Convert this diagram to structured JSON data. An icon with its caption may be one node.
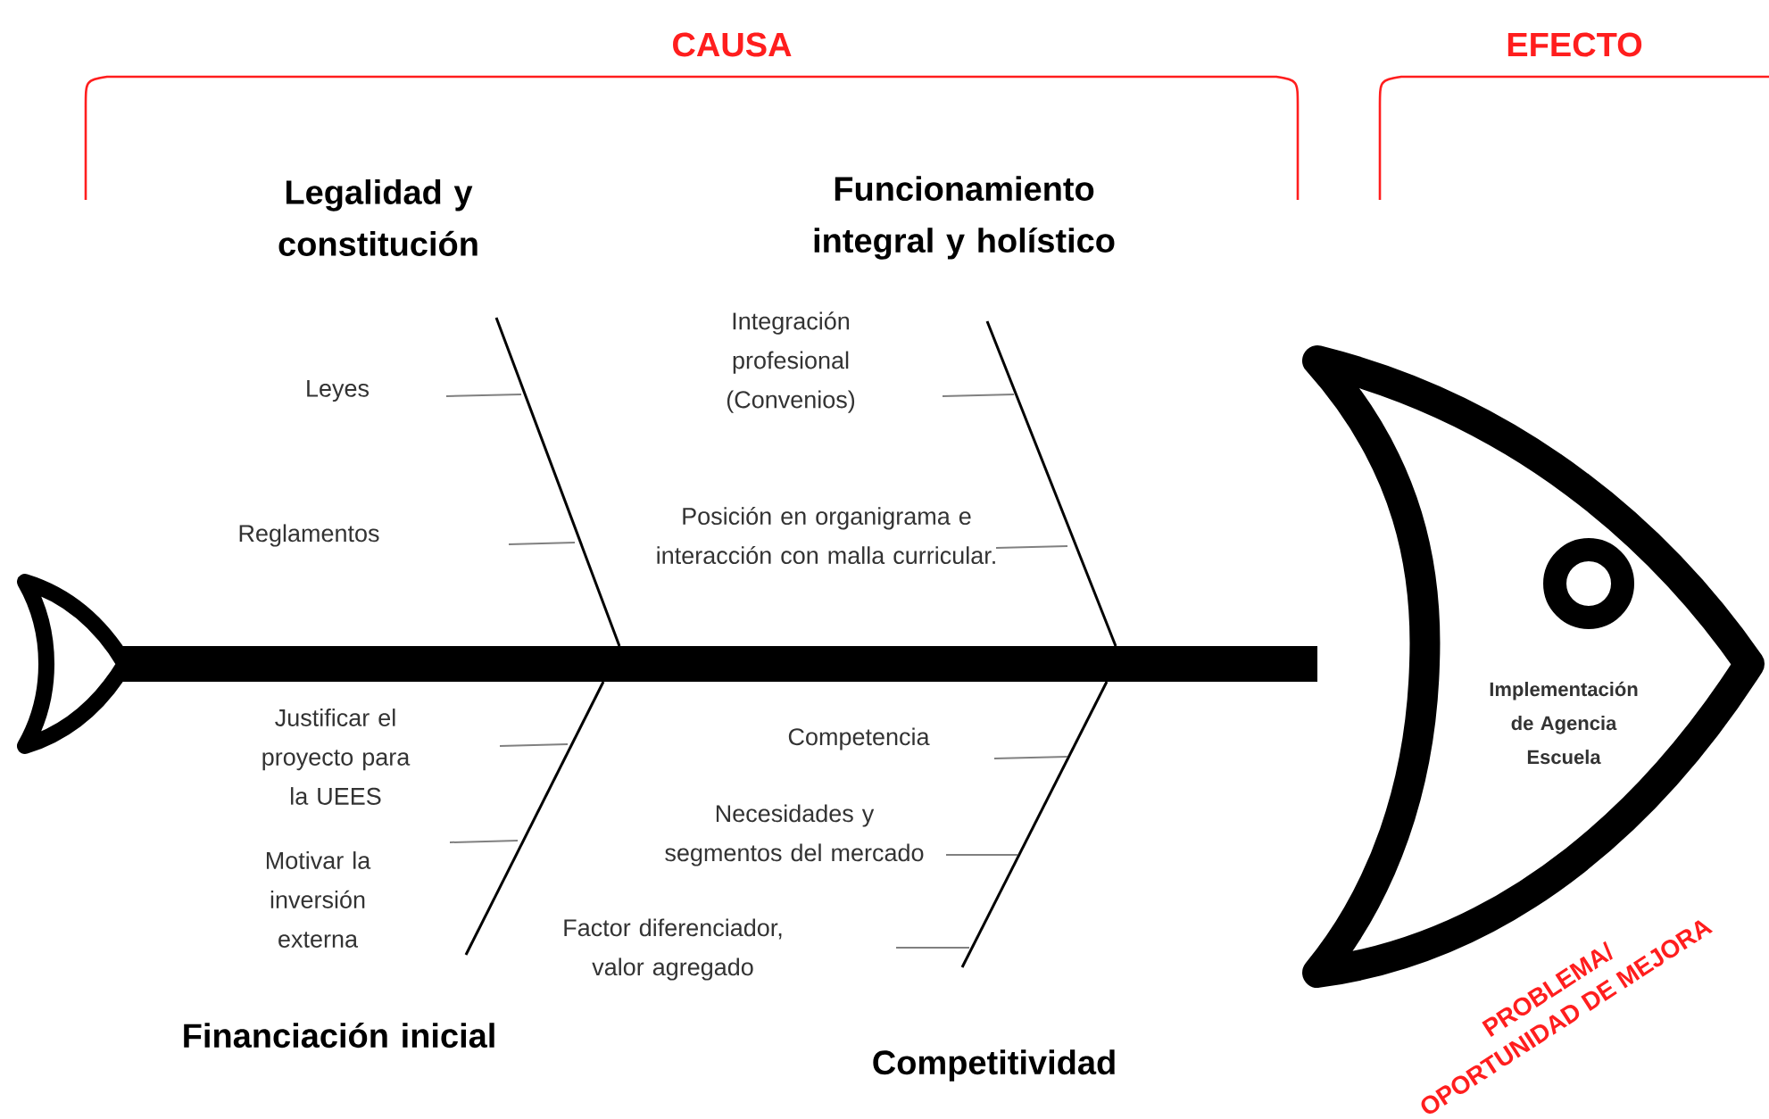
{
  "diagram": {
    "nodes": [
      {
        "text": [
          "Implementación de Agencia Escuela"
        ]
      }
    ],
    "labels": [
      "CAUSA",
      "EFECTO",
      "Legalidad y constitución",
      "Funcionamiento integral y holístico",
      "Integración profesional (Convenios)",
      "Leyes",
      "Reglamentos",
      "Posición en organigrama e interacción con malla curricular.",
      "Justificar el proyecto para la UEES",
      "Competencia",
      "Necesidades y segmentos del mercado",
      "Motivar la inversión externa",
      "Factor diferenciador, valor agregado",
      "Financiación inicial",
      "Competitividad",
      "PROBLEMA/ OPORTUNIDAD DE MEJORA"
    ]
  }
}
